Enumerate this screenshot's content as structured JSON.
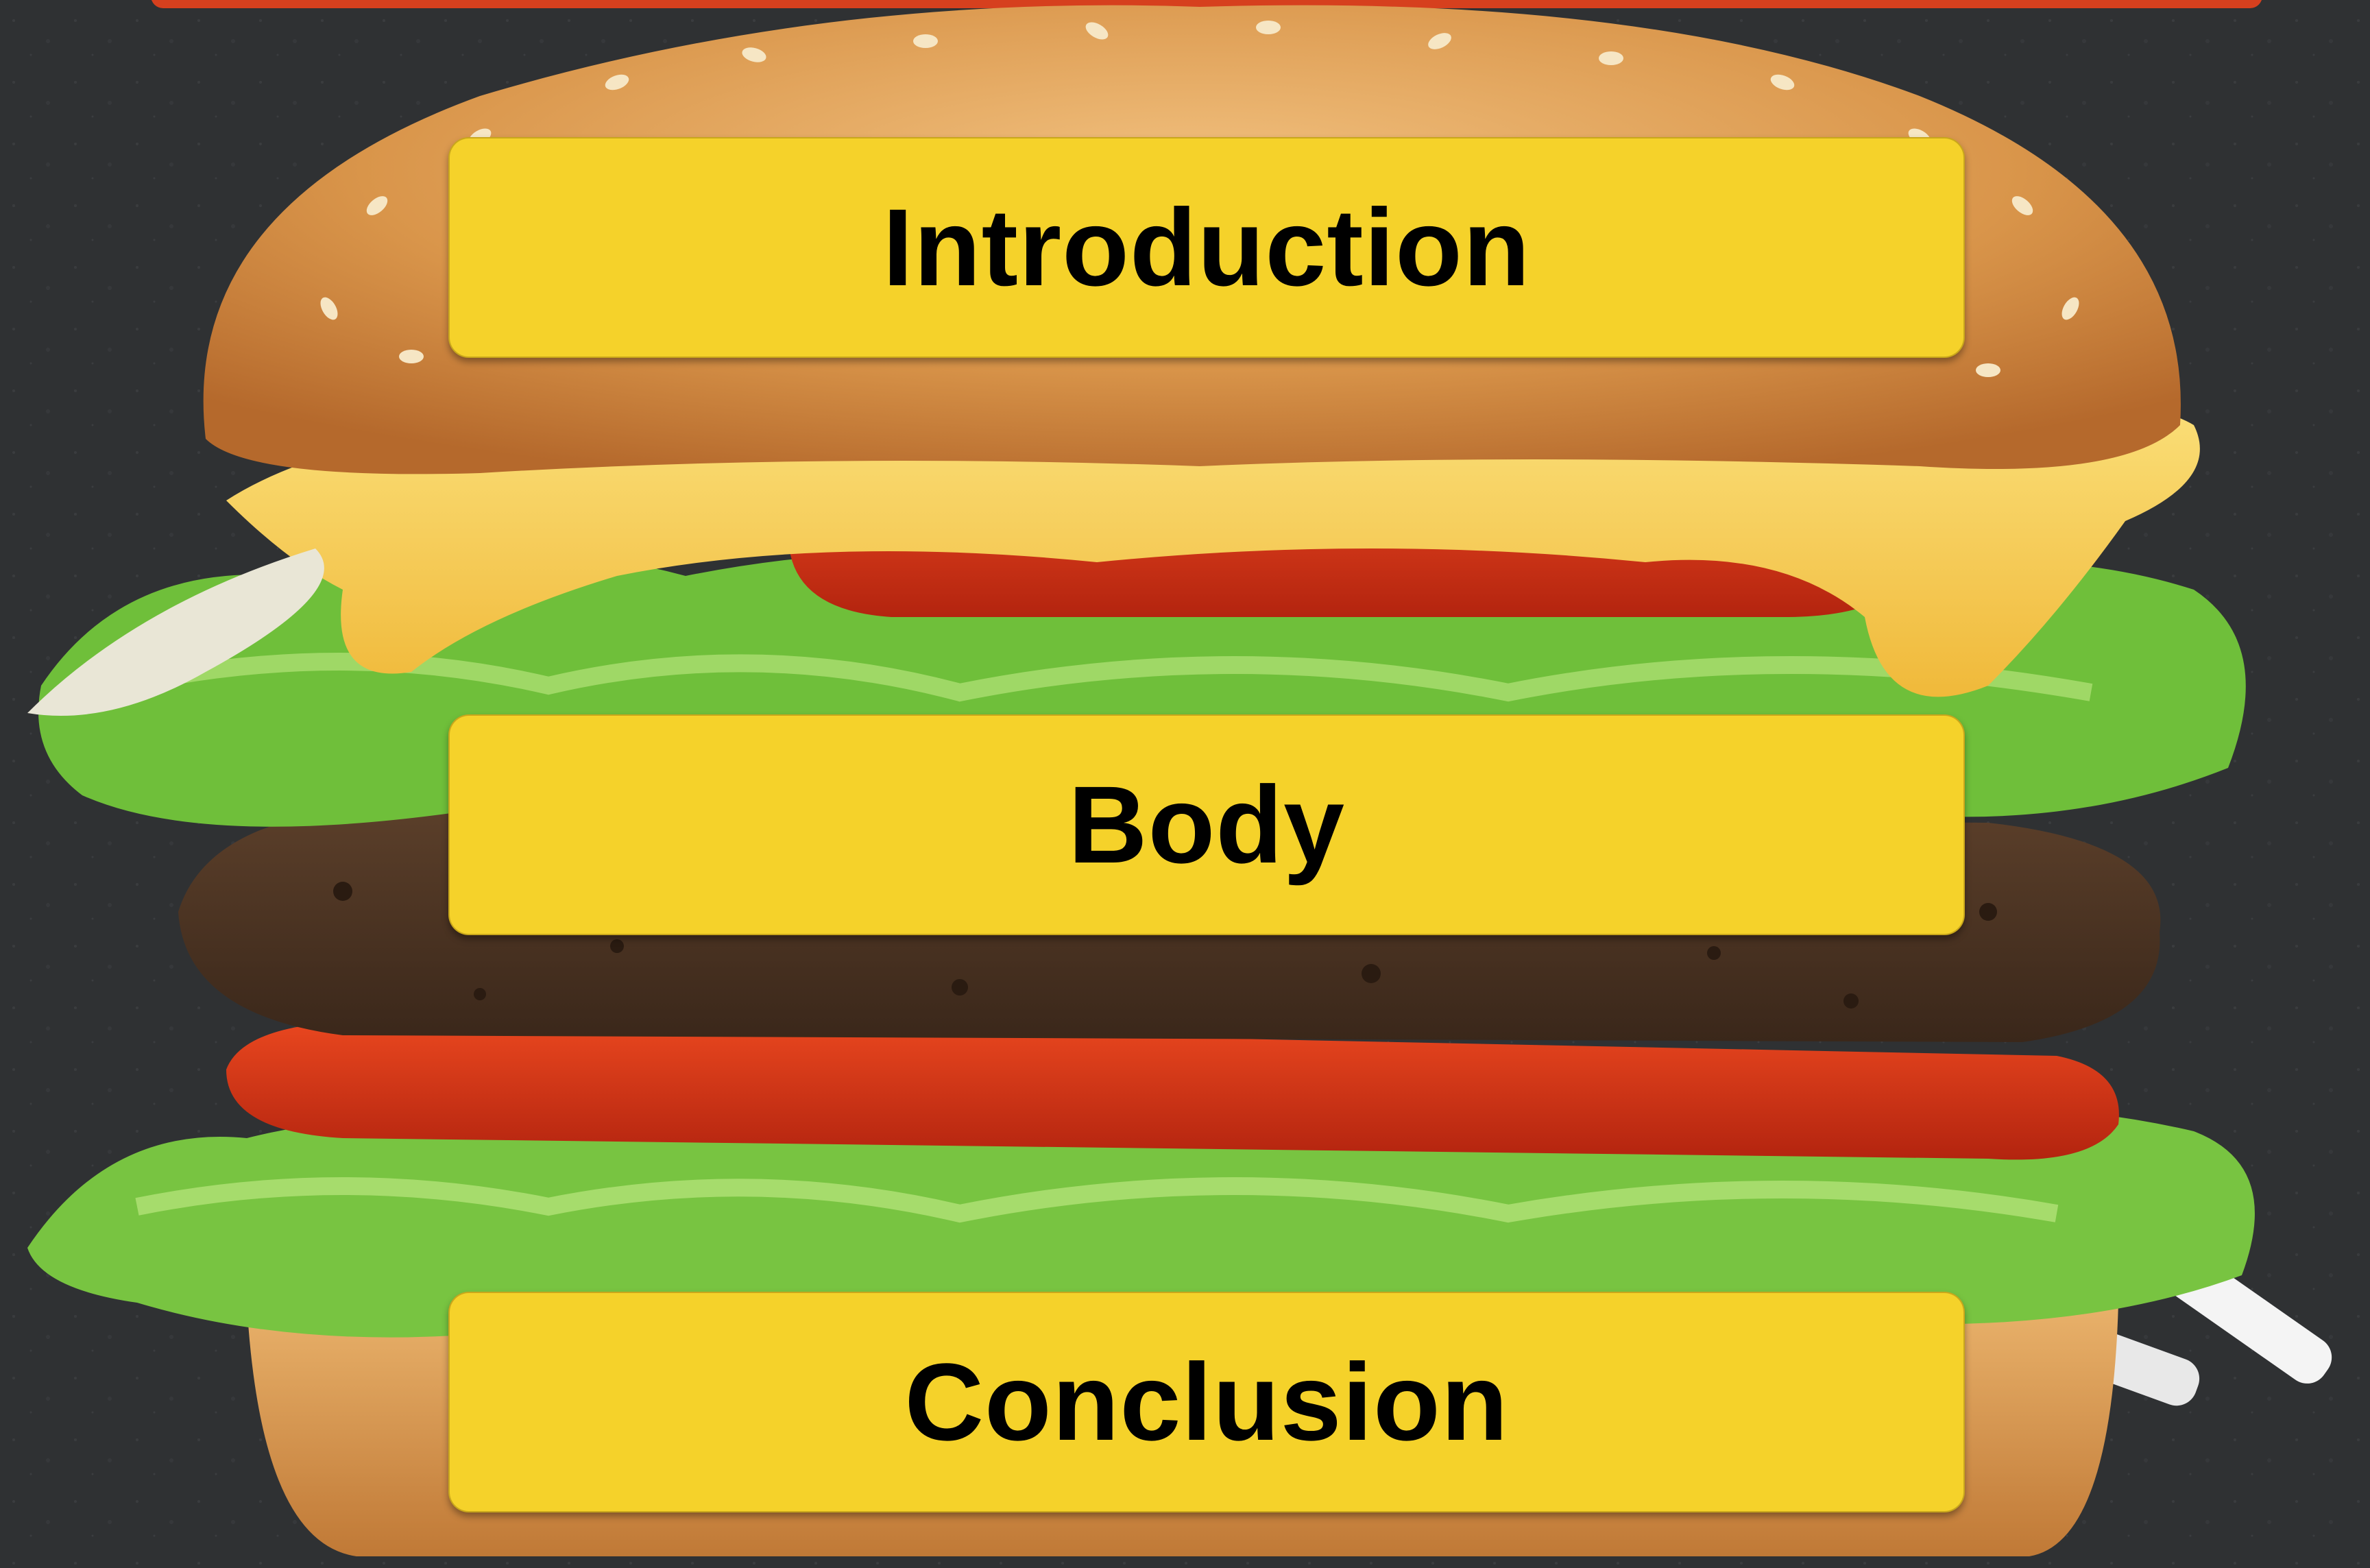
{
  "labels": {
    "introduction": "Introduction",
    "body": "Body",
    "conclusion": "Conclusion"
  },
  "colors": {
    "background": "#2f3133",
    "label_fill": "#f5d22a",
    "banner": "#d6401e",
    "bun": "#d99a4e",
    "cheese": "#f7cf4e",
    "tomato": "#d8361c",
    "lettuce": "#6fbf3a",
    "patty": "#4a3424"
  },
  "illustration": "burger-layers"
}
